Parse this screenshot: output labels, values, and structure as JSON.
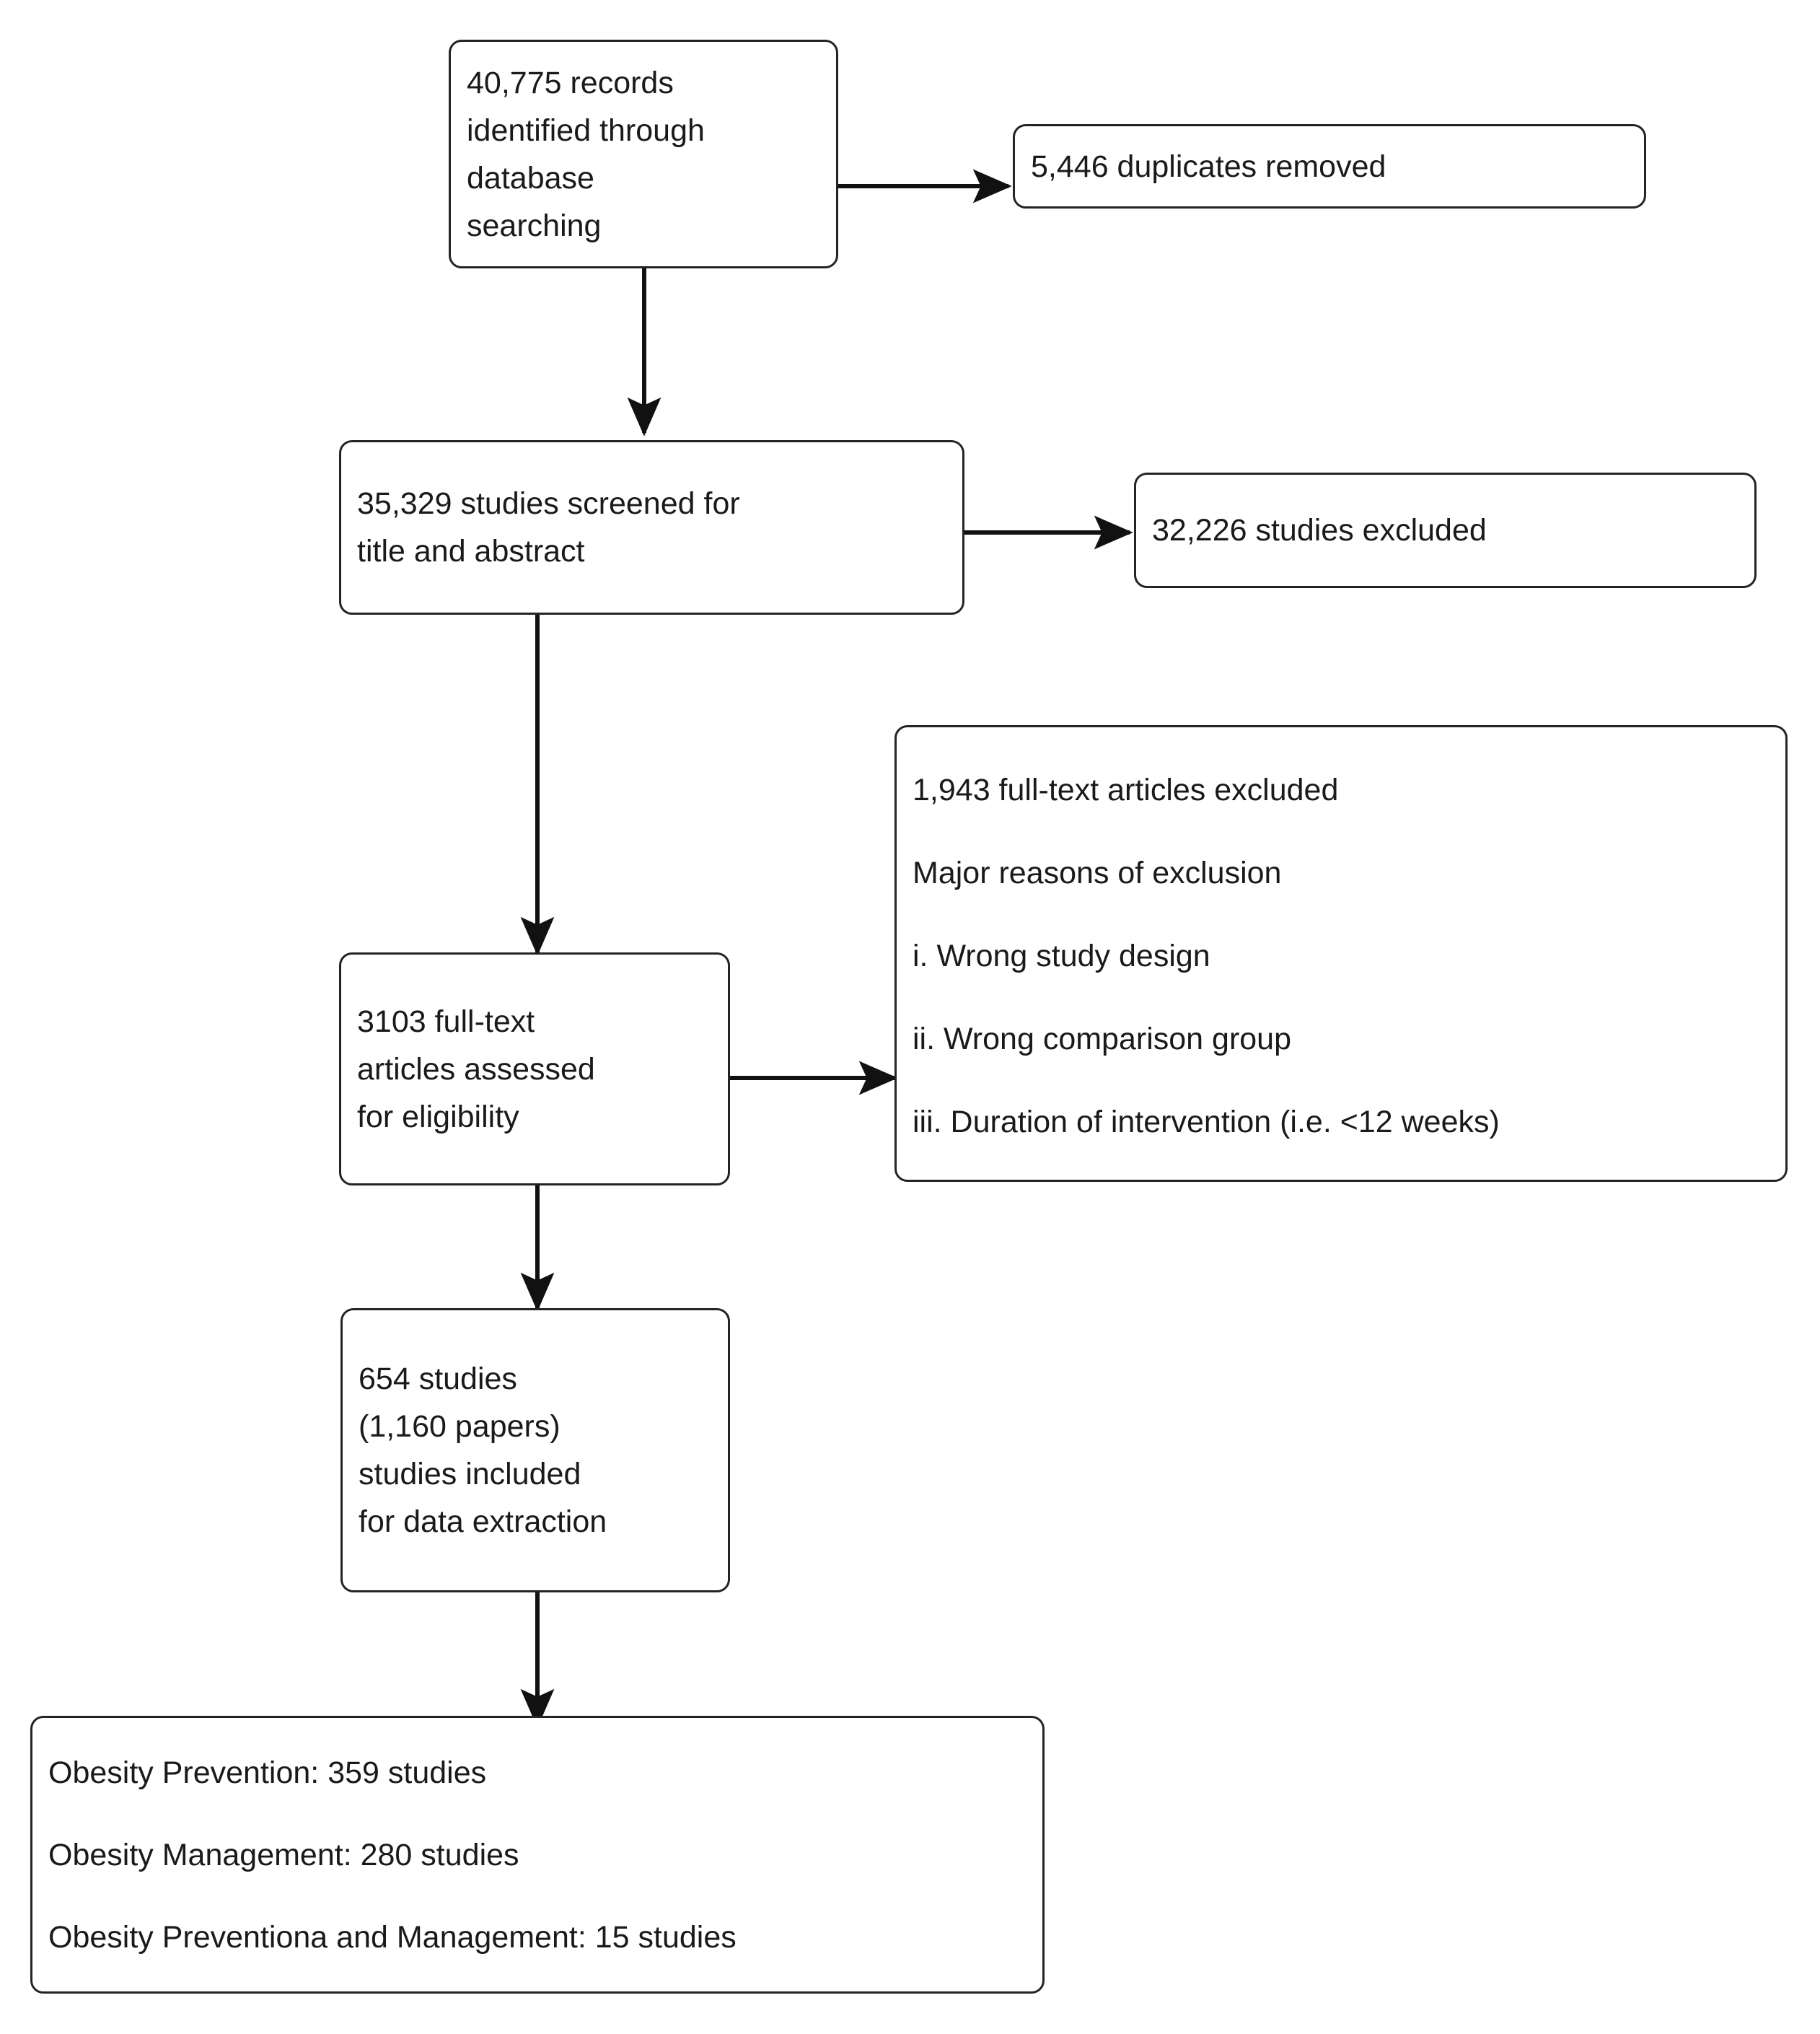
{
  "diagram": {
    "type": "prisma-flow-diagram",
    "title": "",
    "background_color": "#ffffff",
    "border_color": "#242424",
    "text_color": "#1a1a1a"
  },
  "nodes": {
    "identified": {
      "name": "records-identified",
      "lines": [
        "40,775 records",
        "identified through",
        "database",
        "searching"
      ]
    },
    "duplicates": {
      "name": "duplicates-removed",
      "lines": [
        "5,446 duplicates removed"
      ]
    },
    "screened": {
      "name": "studies-screened",
      "lines": [
        "35,329 studies screened for",
        "title and abstract"
      ]
    },
    "excluded_screen": {
      "name": "studies-excluded",
      "lines": [
        "32,226 studies excluded"
      ]
    },
    "fulltext": {
      "name": "fulltext-assessed",
      "lines": [
        "3103 full-text",
        "articles assessed",
        "for eligibility"
      ]
    },
    "excluded_fulltext": {
      "name": "fulltext-excluded-reasons",
      "lines": [
        "1,943 full-text articles excluded",
        "Major reasons of exclusion",
        "i. Wrong study design",
        "ii. Wrong comparison group",
        "iii. Duration of intervention (i.e. <12 weeks)"
      ]
    },
    "included": {
      "name": "studies-included",
      "lines": [
        "654 studies",
        "(1,160 papers)",
        "studies included",
        "for data extraction"
      ]
    },
    "outcomes": {
      "name": "outcome-categories",
      "lines": [
        "Obesity Prevention: 359 studies",
        "Obesity Management: 280 studies",
        "Obesity Preventiona and Management: 15 studies"
      ]
    }
  },
  "chart_data": {
    "type": "diagram",
    "title": "PRISMA study selection flow",
    "stages": [
      {
        "label": "40,775 records identified through database searching",
        "value": 40775
      },
      {
        "label": "5,446 duplicates removed",
        "value": 5446
      },
      {
        "label": "35,329 studies screened for title and abstract",
        "value": 35329
      },
      {
        "label": "32,226 studies excluded",
        "value": 32226
      },
      {
        "label": "3103 full-text articles assessed for eligibility",
        "value": 3103
      },
      {
        "label": "1,943 full-text articles excluded",
        "value": 1943
      },
      {
        "label": "654 studies (1,160 papers) studies included for data extraction",
        "value": 654
      },
      {
        "label": "Obesity Prevention",
        "value": 359
      },
      {
        "label": "Obesity Management",
        "value": 280
      },
      {
        "label": "Obesity Preventiona and Management",
        "value": 15
      }
    ],
    "exclusion_reasons": [
      "i. Wrong study design",
      "ii. Wrong comparison group",
      "iii. Duration of intervention (i.e. <12 weeks)"
    ]
  }
}
